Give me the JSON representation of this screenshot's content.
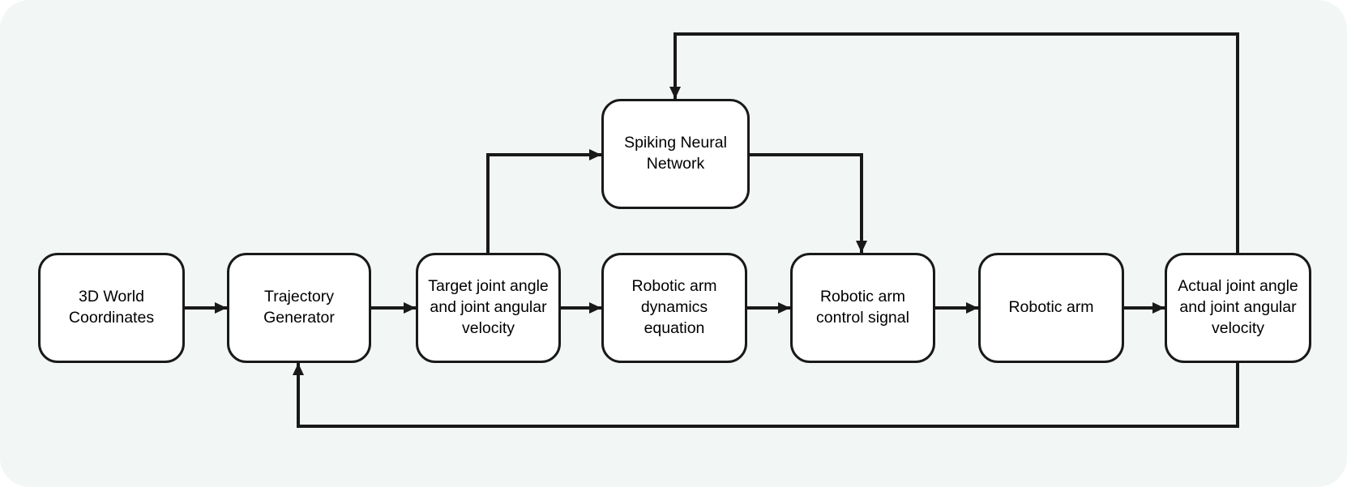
{
  "diagram": {
    "title": "Robotic arm control flowchart with Spiking Neural Network",
    "colors": {
      "canvas_background": "#f2f7f5",
      "node_fill": "#ffffff",
      "stroke": "#191919",
      "text": "#000000"
    },
    "nodes": [
      {
        "id": "world-coordinates",
        "label": "3D World Coordinates"
      },
      {
        "id": "trajectory-generator",
        "label": "Trajectory Generator"
      },
      {
        "id": "target-joint-state",
        "label": "Target joint angle and joint angular velocity"
      },
      {
        "id": "dynamics-equation",
        "label": "Robotic arm dynamics equation"
      },
      {
        "id": "control-signal",
        "label": "Robotic arm control signal"
      },
      {
        "id": "robotic-arm",
        "label": "Robotic arm"
      },
      {
        "id": "actual-joint-state",
        "label": "Actual joint angle and joint angular velocity"
      },
      {
        "id": "spiking-neural-network",
        "label": "Spiking Neural Network"
      }
    ],
    "edges": [
      {
        "from": "world-coordinates",
        "to": "trajectory-generator"
      },
      {
        "from": "trajectory-generator",
        "to": "target-joint-state"
      },
      {
        "from": "target-joint-state",
        "to": "dynamics-equation"
      },
      {
        "from": "dynamics-equation",
        "to": "control-signal"
      },
      {
        "from": "control-signal",
        "to": "robotic-arm"
      },
      {
        "from": "robotic-arm",
        "to": "actual-joint-state"
      },
      {
        "from": "target-joint-state",
        "to": "spiking-neural-network"
      },
      {
        "from": "spiking-neural-network",
        "to": "control-signal"
      },
      {
        "from": "actual-joint-state",
        "to": "spiking-neural-network",
        "type": "feedback-top"
      },
      {
        "from": "actual-joint-state",
        "to": "trajectory-generator",
        "type": "feedback-bottom"
      }
    ]
  }
}
